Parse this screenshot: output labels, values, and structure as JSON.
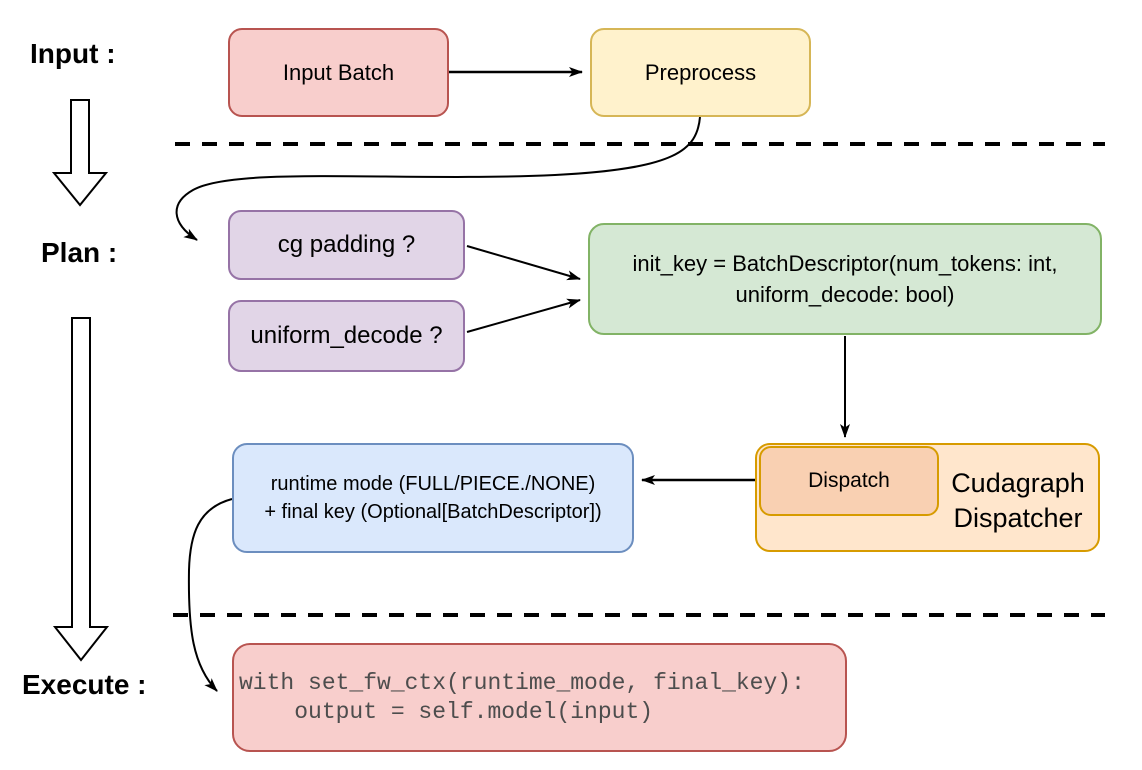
{
  "diagram": {
    "stage_labels": {
      "input": "Input :",
      "plan": "Plan :",
      "execute": "Execute :"
    },
    "nodes": {
      "input_batch": {
        "label": "Input Batch"
      },
      "preprocess": {
        "label": "Preprocess"
      },
      "cg_padding": {
        "label": "cg padding ?"
      },
      "uniform_decode": {
        "label": "uniform_decode ?"
      },
      "init_key": {
        "line1": "init_key = BatchDescriptor(num_tokens: int,",
        "line2": "uniform_decode: bool)"
      },
      "dispatch": {
        "label": "Dispatch"
      },
      "cudagraph_dispatcher": {
        "line1": "Cudagraph",
        "line2": "Dispatcher"
      },
      "runtime_mode": {
        "line1": "runtime mode (FULL/PIECE./NONE)",
        "line2": "+ final key (Optional[BatchDescriptor])"
      },
      "execute_code": {
        "line1": "with set_fw_ctx(runtime_mode, final_key):",
        "line2": "    output = self.model(input)"
      }
    },
    "colors": {
      "pink_fill": "#F8CECC",
      "pink_border": "#B85450",
      "yellow_fill": "#FFF2CC",
      "yellow_border": "#D6B656",
      "purple_fill": "#E1D5E7",
      "purple_border": "#9673A6",
      "green_fill": "#D5E8D4",
      "green_border": "#82B366",
      "blue_fill": "#DAE8FC",
      "blue_border": "#6C8EBF",
      "orange_fill": "#FFE6CC",
      "orange_inner_fill": "#F9D0B2",
      "orange_border": "#D79B00",
      "arrow_color": "#000000",
      "code_text_color": "#4D4D4D"
    }
  }
}
